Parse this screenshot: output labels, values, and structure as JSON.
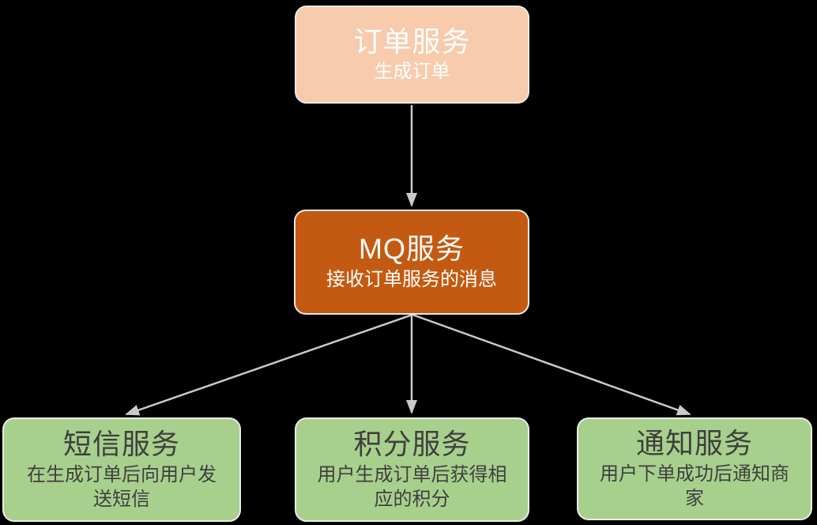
{
  "diagram": {
    "background_color": "#000000",
    "arrow_color": "#CBC9C9",
    "node_border_color": "#ECEAE8",
    "nodes": {
      "order_service": {
        "title": "订单服务",
        "subtitle": "生成订单",
        "fill": "#F7CBAC",
        "text_color": "#FFFFFF"
      },
      "mq_service": {
        "title": "MQ服务",
        "subtitle": "接收订单服务的消息",
        "fill": "#C45A11",
        "text_color": "#FFFFFF"
      },
      "sms_service": {
        "title": "短信服务",
        "subtitle": "在生成订单后向用户发送短信",
        "fill": "#A8D08D",
        "text_color": "#3F3F3F"
      },
      "points_service": {
        "title": "积分服务",
        "subtitle": "用户生成订单后获得相应的积分",
        "fill": "#A8D08D",
        "text_color": "#3F3F3F"
      },
      "notification_service": {
        "title": "通知服务",
        "subtitle": "用户下单成功后通知商家",
        "fill": "#A8D08D",
        "text_color": "#3F3F3F"
      }
    },
    "edges": [
      {
        "from": "order_service",
        "to": "mq_service"
      },
      {
        "from": "mq_service",
        "to": "sms_service"
      },
      {
        "from": "mq_service",
        "to": "points_service"
      },
      {
        "from": "mq_service",
        "to": "notification_service"
      }
    ]
  }
}
